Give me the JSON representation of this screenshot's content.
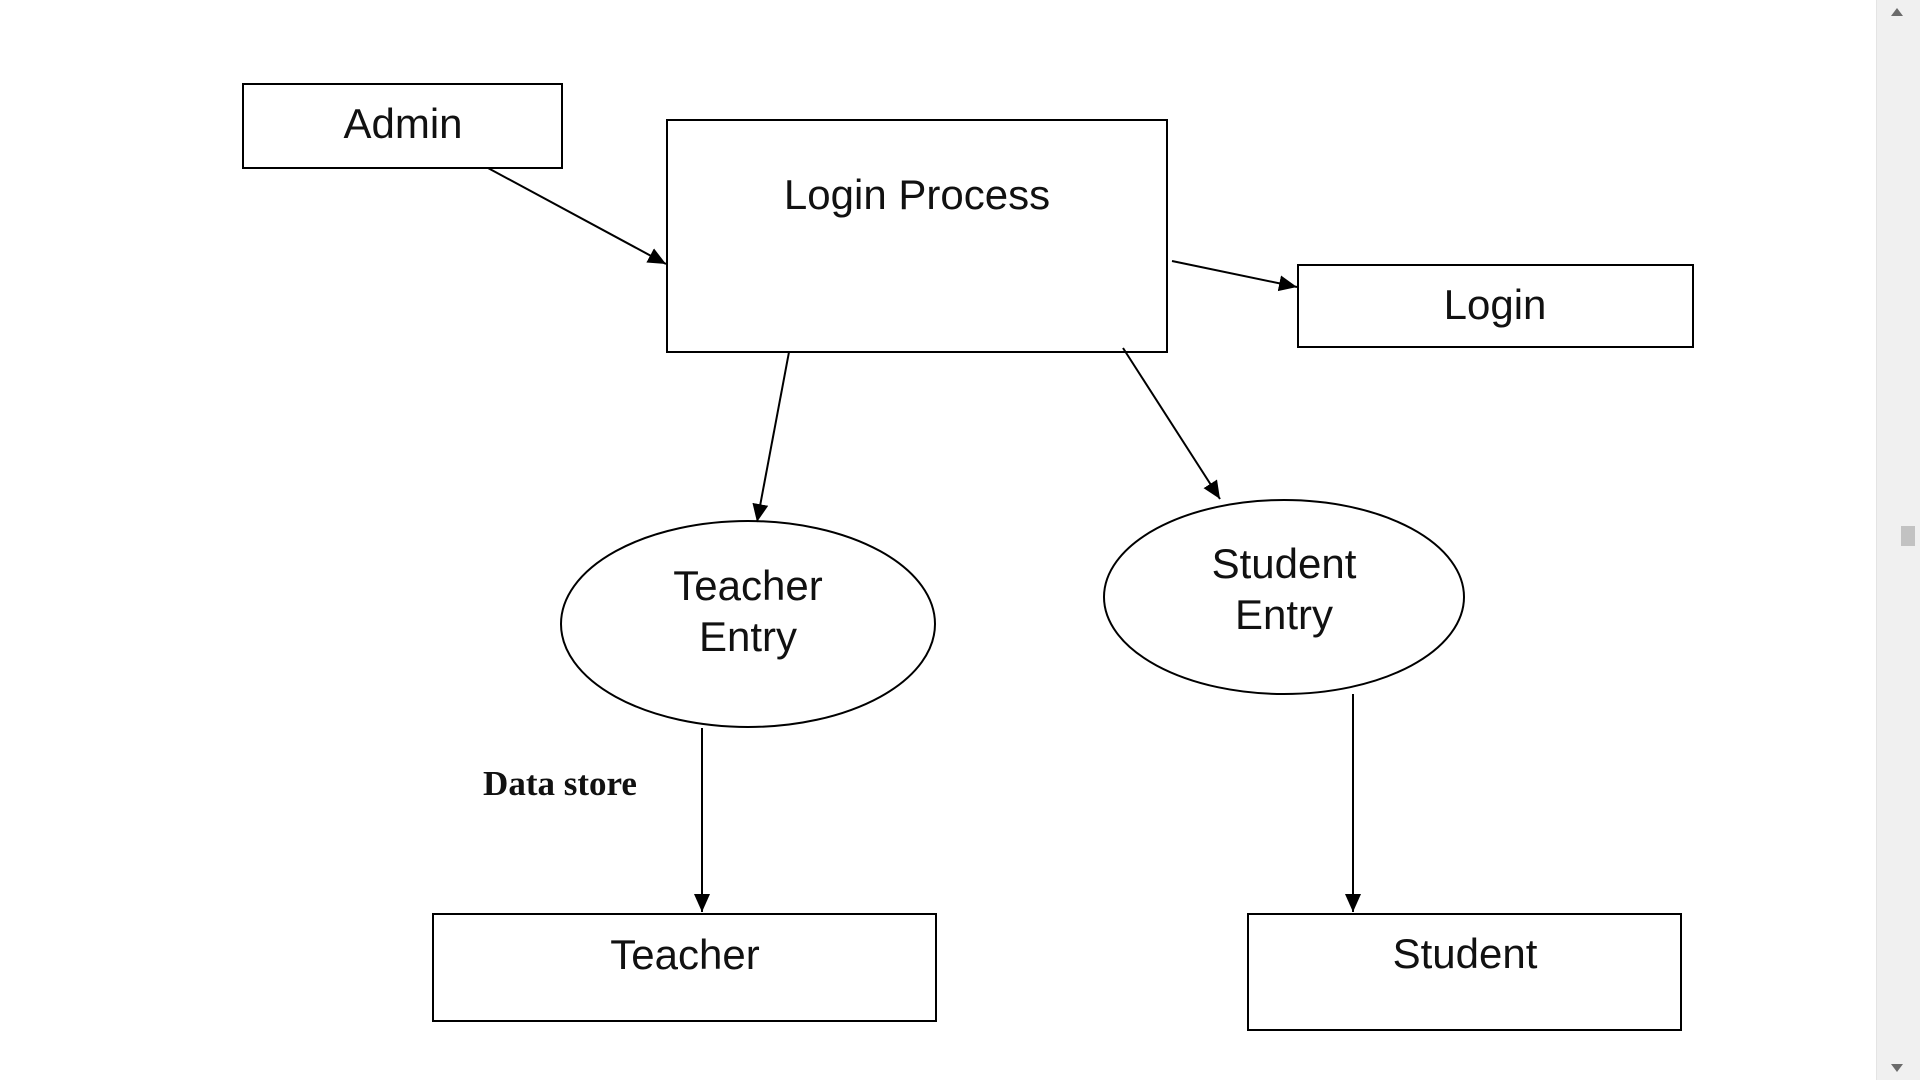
{
  "diagram": {
    "nodes": {
      "admin": "Admin",
      "login_process": "Login Process",
      "login": "Login",
      "teacher_entry": [
        "Teacher",
        "Entry"
      ],
      "student_entry": [
        "Student",
        "Entry"
      ],
      "teacher": "Teacher",
      "student": "Student"
    },
    "annotations": {
      "data_store": "Data store"
    },
    "edges": [
      {
        "from": "admin",
        "to": "login_process"
      },
      {
        "from": "login_process",
        "to": "login"
      },
      {
        "from": "login_process",
        "to": "teacher_entry"
      },
      {
        "from": "login_process",
        "to": "student_entry"
      },
      {
        "from": "teacher_entry",
        "to": "teacher"
      },
      {
        "from": "student_entry",
        "to": "student"
      }
    ],
    "colors": {
      "stroke": "#000000",
      "text": "#111111",
      "background": "#ffffff"
    }
  },
  "scrollbar": {
    "up_icon": "chevron-up-icon",
    "down_icon": "chevron-down-icon"
  }
}
